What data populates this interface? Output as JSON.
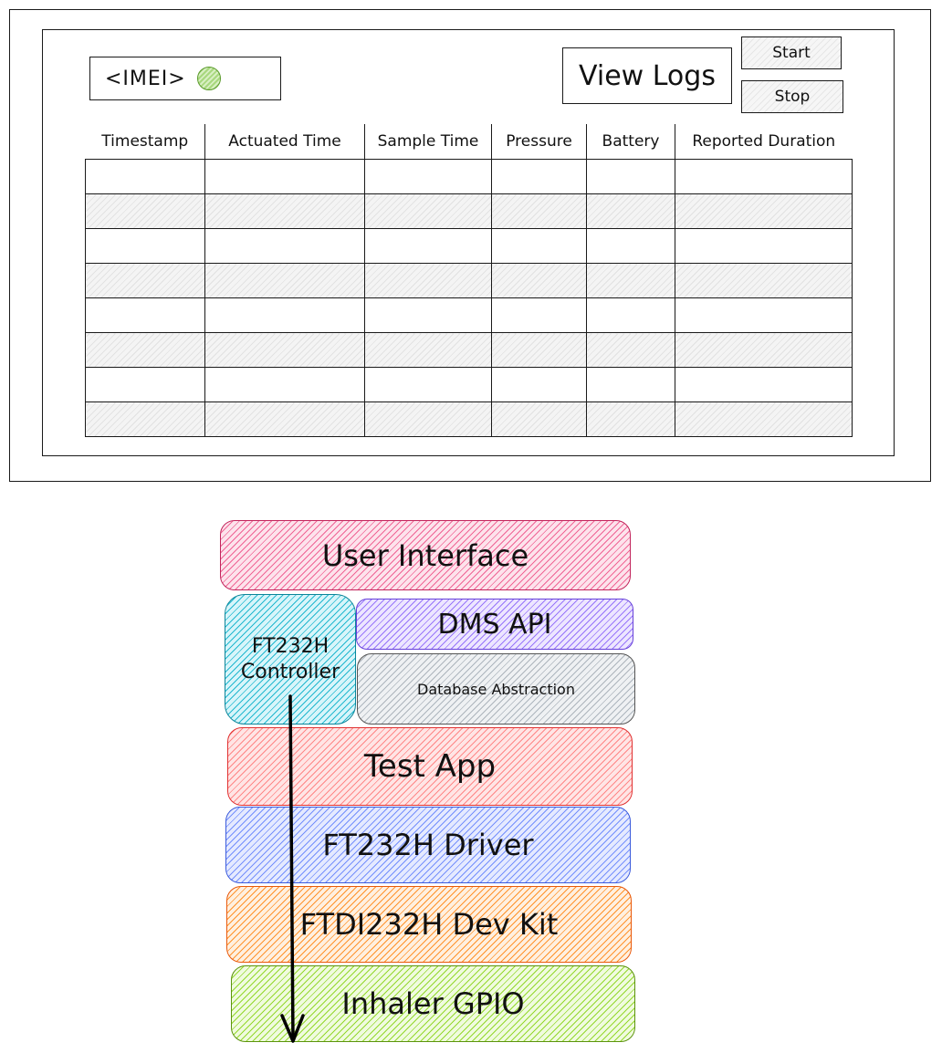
{
  "wireframe": {
    "imei_label": "<IMEI>",
    "view_logs_title": "View Logs",
    "start_button": "Start",
    "stop_button": "Stop",
    "table": {
      "columns": [
        "Timestamp",
        "Actuated Time",
        "Sample Time",
        "Pressure",
        "Battery",
        "Reported Duration"
      ],
      "row_count": 8
    }
  },
  "stack": {
    "user_interface": "User Interface",
    "ft232h_controller_line1": "FT232H",
    "ft232h_controller_line2": "Controller",
    "dms_api": "DMS API",
    "database_abstraction": "Database Abstraction",
    "test_app": "Test App",
    "ft232h_driver": "FT232H Driver",
    "dev_kit": "FTDI232H Dev Kit",
    "inhaler_gpio": "Inhaler GPIO"
  },
  "colors": {
    "user_interface": "#c2255c",
    "ft232h_controller": "#0c8599",
    "dms_api": "#6741d9",
    "database_abstraction": "#555555",
    "test_app": "#e03131",
    "ft232h_driver": "#3b5bdb",
    "dev_kit": "#e8590c",
    "inhaler_gpio": "#5c940d",
    "status_dot": "#a8d87e"
  }
}
